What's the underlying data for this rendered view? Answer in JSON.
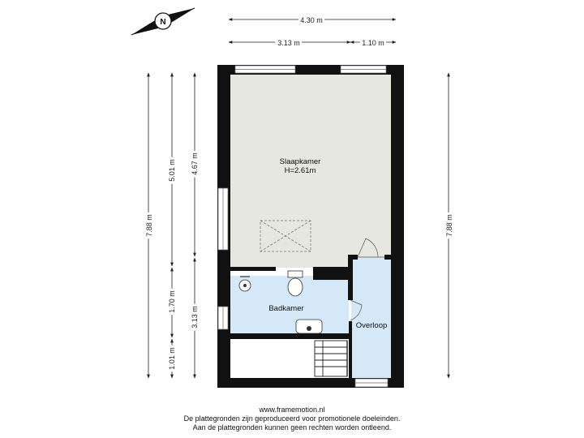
{
  "dimensions": {
    "top_total": "4.30 m",
    "top_left": "3.13 m",
    "top_right": "1.10 m",
    "left_outer": "7.88 m",
    "left_mid_upper": "5.01 m",
    "left_mid_middle": "1.70 m",
    "left_mid_lower": "1.01 m",
    "left_inner_upper": "4.67 m",
    "left_inner_lower": "3.13 m",
    "right_outer": "7.88 m"
  },
  "rooms": {
    "bedroom_name": "Slaapkamer",
    "bedroom_height": "H=2.61m",
    "bathroom_name": "Badkamer",
    "landing_name": "Overloop"
  },
  "footer": {
    "url": "www.framemotion.nl",
    "line1": "De plattegronden zijn geproduceerd voor promotionele doeleinden.",
    "line2": "Aan de plattegronden kunnen geen rechten worden ontleend."
  },
  "compass": {
    "letter": "N",
    "icon": "north-arrow-icon"
  },
  "colors": {
    "wall": "#111111",
    "bedroom_floor": "#e6e7df",
    "wet_floor": "#d4e8f7",
    "dimension_line": "#222222"
  }
}
